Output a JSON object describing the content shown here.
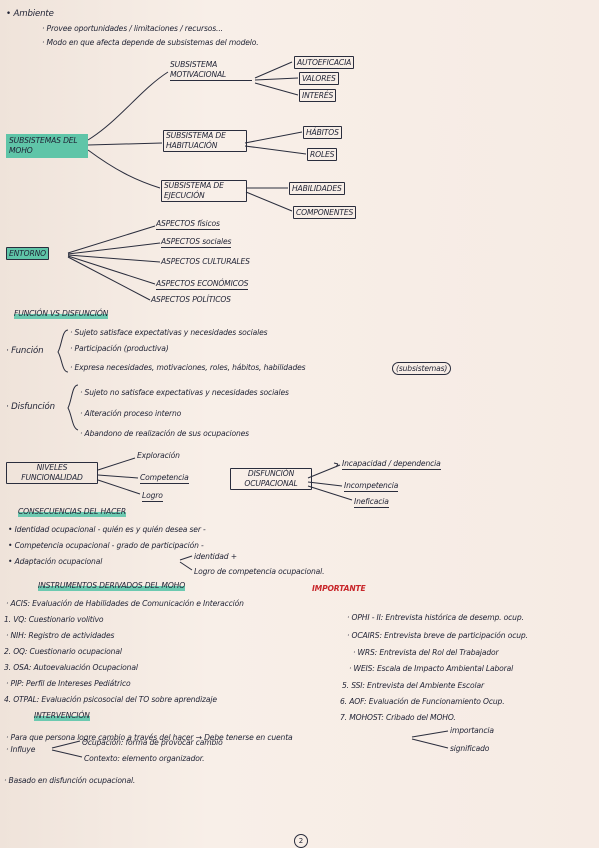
{
  "ambiente": {
    "title": "• Ambiente",
    "line1": "· Provee oportunidades / limitaciones / recursos...",
    "line2": "· Modo en que afecta depende de subsistemas del modelo."
  },
  "moho": {
    "main": "SUBSISTEMAS DEL MOHO",
    "motivacional": "SUBSISTEMA MOTIVACIONAL",
    "habituacion": "SUBSISTEMA DE HABITUACIÓN",
    "ejecucion": "SUBSISTEMA DE EJECUCIÓN",
    "autoeficacia": "AUTOEFICACIA",
    "valores": "VALORES",
    "intereses": "INTERÉS",
    "habitos": "HÁBITOS",
    "roles": "ROLES",
    "habilidades": "HABILIDADES",
    "componentes": "COMPONENTES"
  },
  "entorno": {
    "label": "ENTORNO",
    "items": [
      "ASPECTOS físicos",
      "ASPECTOS sociales",
      "ASPECTOS CULTURALES",
      "ASPECTOS ECONÓMICOS",
      "ASPECTOS POLÍTICOS"
    ]
  },
  "funcion": {
    "title": "FUNCIÓN VS DISFUNCIÓN",
    "funcion_label": "· Función",
    "funcion_items": [
      "· Sujeto satisface expectativas y necesidades sociales",
      "· Participación (productiva)",
      "· Expresa necesidades, motivaciones, roles, hábitos, habilidades"
    ],
    "subsistemas_note": "(subsistemas)",
    "disfuncion_label": "· Disfunción",
    "disfuncion_items": [
      "· Sujeto no satisface expectativas y necesidades sociales",
      "· Alteración proceso interno",
      "· Abandono de realización de sus ocupaciones"
    ]
  },
  "niveles": {
    "label": "NIVELES FUNCIONALIDAD",
    "items": [
      "Exploración",
      "Competencia",
      "Logro"
    ]
  },
  "disfuncion_ocupacional": {
    "label": "DISFUNCIÓN OCUPACIONAL",
    "items": [
      "Incapacidad / dependencia",
      "Incompetencia",
      "Ineficacia"
    ]
  },
  "consecuencias": {
    "title": "CONSECUENCIAS DEL HACER",
    "items": [
      "• Identidad ocupacional - quién es y quién desea ser -",
      "• Competencia ocupacional - grado de participación -",
      "• Adaptación ocupacional"
    ],
    "adaptacion_sub": [
      "identidad +",
      "Logro de competencia ocupacional."
    ]
  },
  "instrumentos": {
    "title": "INSTRUMENTOS DERIVADOS DEL MOHO",
    "importante": "IMPORTANTE",
    "left": [
      "· ACIS: Evaluación de Habilidades de Comunicación e Interacción",
      "1. VQ: Cuestionario volitivo",
      "· NIH: Registro de actividades",
      "2. OQ: Cuestionario ocupacional",
      "3. OSA: Autoevaluación Ocupacional",
      "· PIP: Perfil de Intereses Pediátrico",
      "4. OTPAL: Evaluación psicosocial del TO sobre aprendizaje"
    ],
    "right": [
      "· OPHI - II: Entrevista histórica de desemp. ocup.",
      "· OCAIRS: Entrevista breve de participación ocup.",
      "· WRS: Entrevista del Rol del Trabajador",
      "· WEIS: Escala de Impacto Ambiental Laboral",
      "5. SSI: Entrevista del Ambiente Escolar",
      "6. AOF: Evaluación de Funcionamiento Ocup.",
      "7. MOHOST: Cribado del MOHO."
    ]
  },
  "intervencion": {
    "title": "INTERVENCIÓN",
    "line1": "· Para que persona logre cambio a través del hacer → Debe tenerse en cuenta",
    "line1_branches": [
      "importancia",
      "significado"
    ],
    "influye": "· Influye",
    "influye_items": [
      "Ocupación: forma de provocar cambio",
      "Contexto: elemento organizador."
    ],
    "base": "· Basado en disfunción ocupacional."
  },
  "page_number": "2"
}
